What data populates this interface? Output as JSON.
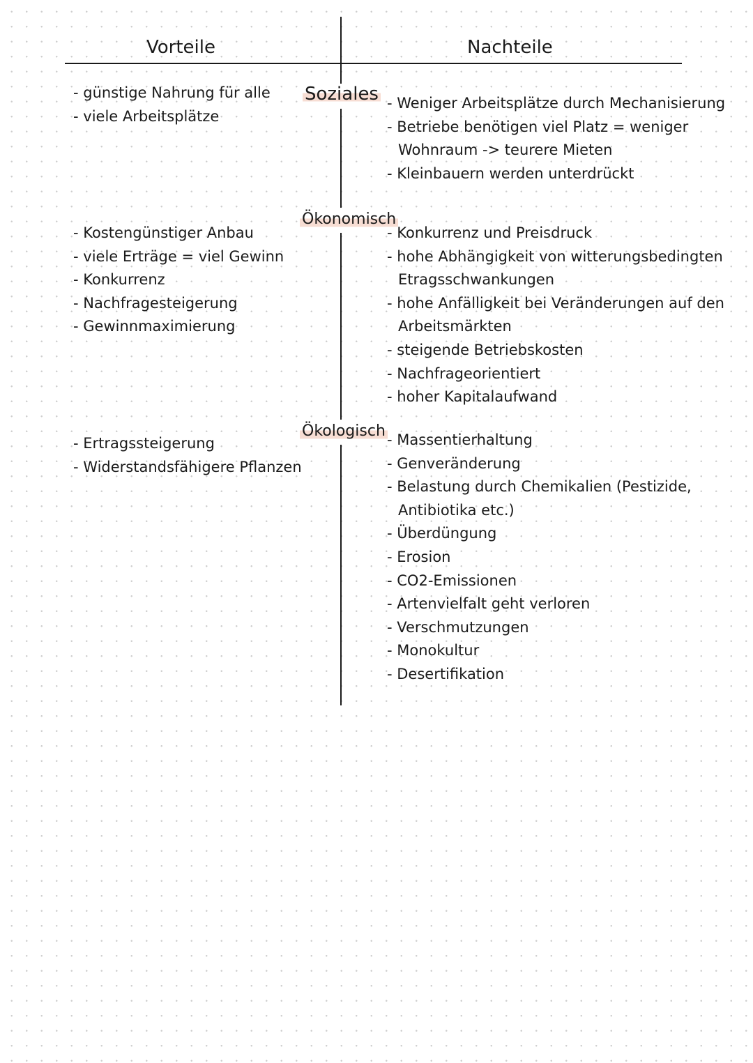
{
  "headers": {
    "left": "Vorteile",
    "right": "Nachteile"
  },
  "sections": [
    {
      "category": "Soziales",
      "vorteile": [
        "günstige Nahrung für alle",
        "viele Arbeitsplätze"
      ],
      "nachteile": [
        "Weniger Arbeitsplätze durch Mechanisierung",
        "Betriebe benötigen viel Platz = weniger",
        "Wohnraum -> teurere Mieten",
        "Kleinbauern werden unterdrückt"
      ]
    },
    {
      "category": "Ökonomisch",
      "vorteile": [
        "Kostengünstiger Anbau",
        "viele Erträge = viel Gewinn",
        "Konkurrenz",
        "Nachfragesteigerung",
        "Gewinnmaximierung"
      ],
      "nachteile": [
        "Konkurrenz und Preisdruck",
        "hohe Abhängigkeit von witterungsbedingten",
        "Etragsschwankungen",
        "hohe Anfälligkeit bei Veränderungen auf den",
        "Arbeitsmärkten",
        "steigende Betriebskosten",
        "Nachfrageorientiert",
        "hoher Kapitalaufwand"
      ]
    },
    {
      "category": "Ökologisch",
      "vorteile": [
        "Ertragssteigerung",
        "Widerstandsfähigere Pflanzen"
      ],
      "nachteile": [
        "Massentierhaltung",
        "Genveränderung",
        "Belastung durch Chemikalien (Pestizide,",
        "Antibiotika etc.)",
        "Überdüngung",
        "Erosion",
        "CO2-Emissionen",
        "Artenvielfalt geht verloren",
        "Verschmutzungen",
        "Monokultur",
        "Desertifikation"
      ]
    }
  ]
}
